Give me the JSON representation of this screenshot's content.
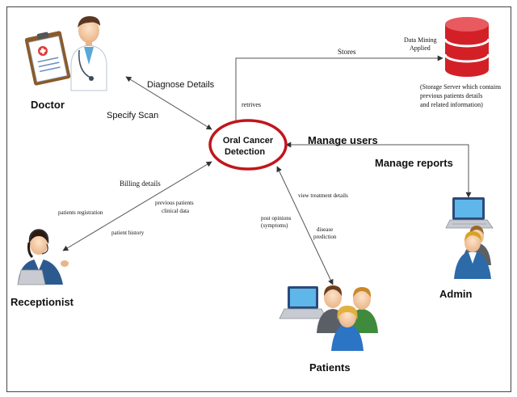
{
  "center": {
    "line1": "Oral Cancer",
    "line2": "Detection"
  },
  "actors": {
    "doctor": "Doctor",
    "receptionist": "Receptionist",
    "patients": "Patients",
    "admin": "Admin"
  },
  "flows": {
    "diagnose_details": "Diagnose Details",
    "specify_scan": "Specify Scan",
    "stores": "Stores",
    "data_mining_line1": "Data Mining",
    "data_mining_line2": "Applied",
    "retrives": "retrives",
    "manage_users": "Manage users",
    "manage_reports": "Manage reports",
    "billing_details": "Billing details",
    "patients_registration": "patients registration",
    "previous_patients_line1": "previous patients",
    "previous_patients_line2": "clinical data",
    "patient_history": "patient history",
    "view_treatment_details": "view treatment details",
    "post_opinions_line1": "post opinions",
    "post_opinions_line2": "(symptoms)",
    "disease_line1": "disease",
    "disease_line2": "prediction"
  },
  "storage_note": {
    "line1": "(Storage Server which contains",
    "line2": "previous  patients details",
    "line3": "and related information)"
  },
  "colors": {
    "ellipse_border": "#c0161b",
    "database_red": "#d32027",
    "arrow": "#555555"
  }
}
